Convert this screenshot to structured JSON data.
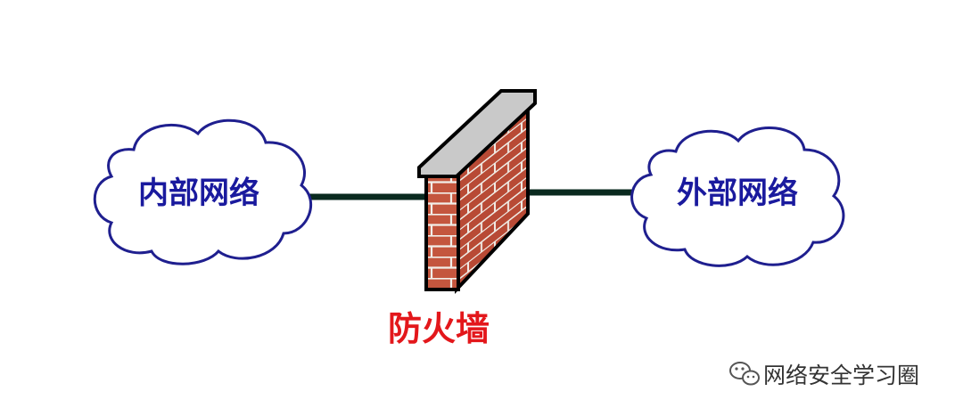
{
  "diagram": {
    "internal_network": "内部网络",
    "external_network": "外部网络",
    "firewall": "防火墙"
  },
  "watermark": {
    "text": "网络安全学习圈",
    "icon": "wechat-icon"
  },
  "colors": {
    "cloud_outline": "#1f1f8f",
    "cloud_text": "#1a1a9e",
    "link_line": "#0a2a1f",
    "brick": "#c4563e",
    "mortar": "#f2efe9",
    "wall_cap": "#c9c9c9",
    "firewall_label": "#e3171b"
  }
}
